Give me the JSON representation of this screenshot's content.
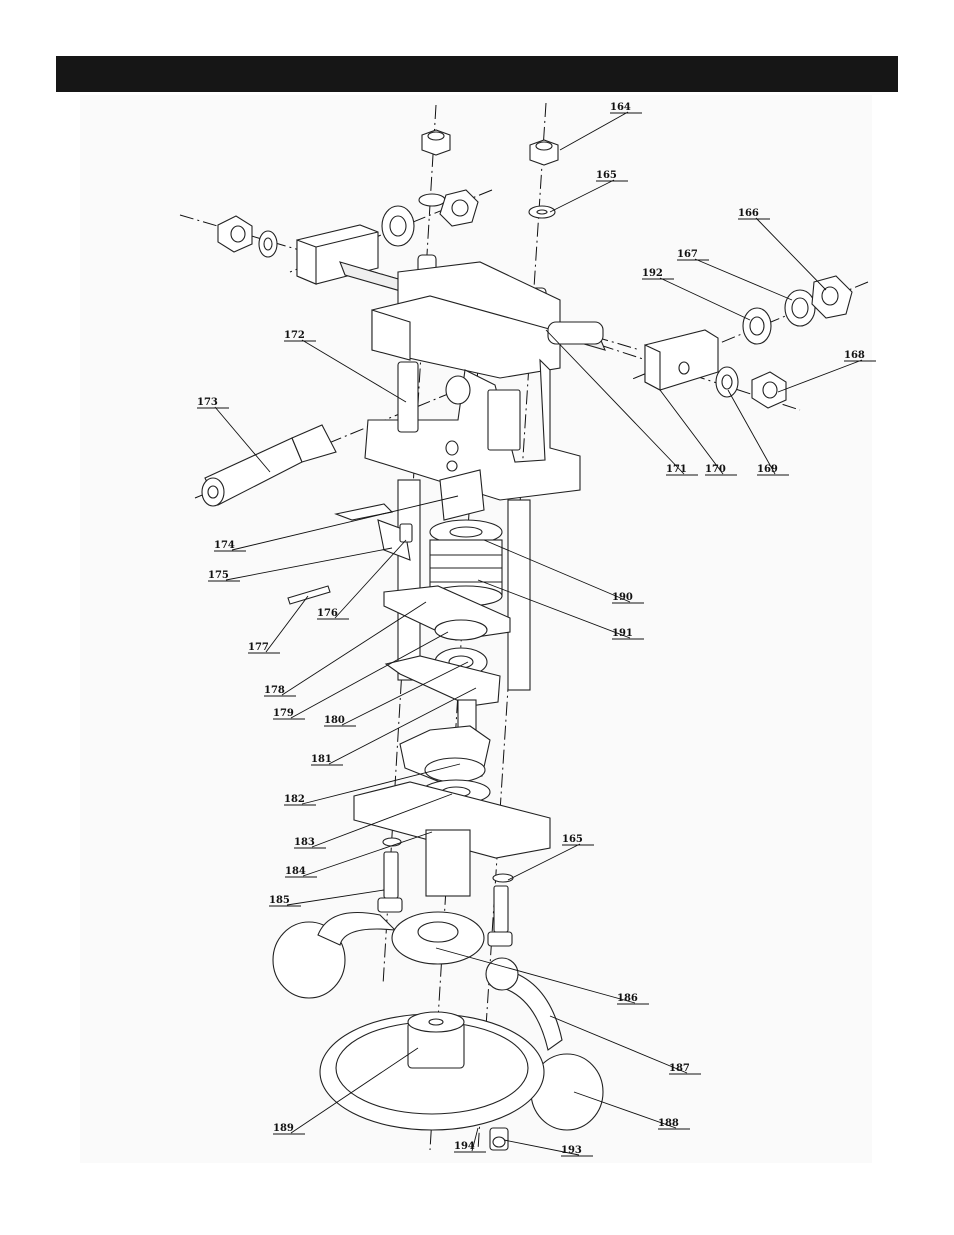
{
  "header": {
    "text": ""
  },
  "callouts": [
    {
      "id": "164",
      "label": "164"
    },
    {
      "id": "165a",
      "label": "165"
    },
    {
      "id": "166",
      "label": "166"
    },
    {
      "id": "167",
      "label": "167"
    },
    {
      "id": "192",
      "label": "192"
    },
    {
      "id": "168",
      "label": "168"
    },
    {
      "id": "172",
      "label": "172"
    },
    {
      "id": "173",
      "label": "173"
    },
    {
      "id": "171",
      "label": "171"
    },
    {
      "id": "170",
      "label": "170"
    },
    {
      "id": "169",
      "label": "169"
    },
    {
      "id": "174",
      "label": "174"
    },
    {
      "id": "175",
      "label": "175"
    },
    {
      "id": "190",
      "label": "190"
    },
    {
      "id": "176",
      "label": "176"
    },
    {
      "id": "177",
      "label": "177"
    },
    {
      "id": "191",
      "label": "191"
    },
    {
      "id": "178",
      "label": "178"
    },
    {
      "id": "179",
      "label": "179"
    },
    {
      "id": "180",
      "label": "180"
    },
    {
      "id": "181",
      "label": "181"
    },
    {
      "id": "182",
      "label": "182"
    },
    {
      "id": "183",
      "label": "183"
    },
    {
      "id": "184",
      "label": "184"
    },
    {
      "id": "165b",
      "label": "165"
    },
    {
      "id": "185",
      "label": "185"
    },
    {
      "id": "186",
      "label": "186"
    },
    {
      "id": "187",
      "label": "187"
    },
    {
      "id": "188",
      "label": "188"
    },
    {
      "id": "189",
      "label": "189"
    },
    {
      "id": "194",
      "label": "194"
    },
    {
      "id": "193",
      "label": "193"
    }
  ]
}
